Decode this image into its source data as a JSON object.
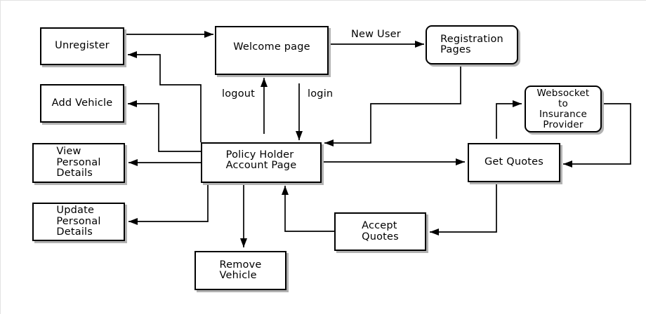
{
  "diagram": {
    "type": "flowchart",
    "background_color": "#ffffff",
    "line_color": "#000000",
    "box_fill_color": "#ffffff",
    "box_border_color": "#000000",
    "box_shadow_color": "#b2b2b2",
    "nodes": [
      {
        "id": "unregister",
        "label": "Unregister",
        "shape": "rect"
      },
      {
        "id": "welcome-page",
        "label": "Welcome page",
        "shape": "rect"
      },
      {
        "id": "registration",
        "label": "Registration\nPages",
        "shape": "rounded-rect"
      },
      {
        "id": "add-vehicle",
        "label": "Add Vehicle",
        "shape": "rect"
      },
      {
        "id": "websocket",
        "label": "Websocket\nto\nInsurance\nProvider",
        "shape": "rounded-rect"
      },
      {
        "id": "view-personal",
        "label": "View\nPersonal\nDetails",
        "shape": "rect"
      },
      {
        "id": "policy-holder",
        "label": "Policy Holder\nAccount Page",
        "shape": "rect"
      },
      {
        "id": "get-quotes",
        "label": "Get Quotes",
        "shape": "rect"
      },
      {
        "id": "update-personal",
        "label": "Update\nPersonal\nDetails",
        "shape": "rect"
      },
      {
        "id": "accept-quotes",
        "label": "Accept\nQuotes",
        "shape": "rect"
      },
      {
        "id": "remove-vehicle",
        "label": "Remove\nVehicle",
        "shape": "rect"
      }
    ],
    "edge_labels": {
      "new_user": "New User",
      "logout": "logout",
      "login": "login"
    },
    "edges": [
      "Unregister -> Welcome page",
      "Welcome page -> Registration Pages (New User)",
      "Registration Pages -> Policy Holder Account Page",
      "Policy Holder Account Page -> Welcome page (logout)",
      "Welcome page -> Policy Holder Account Page (login)",
      "Policy Holder Account Page -> Unregister",
      "Policy Holder Account Page -> Add Vehicle",
      "Policy Holder Account Page -> View Personal Details",
      "Policy Holder Account Page -> Update Personal Details",
      "Policy Holder Account Page -> Remove Vehicle",
      "Policy Holder Account Page -> Get Quotes",
      "Get Quotes -> Websocket to Insurance Provider",
      "Websocket to Insurance Provider -> Get Quotes",
      "Get Quotes -> Accept Quotes",
      "Accept Quotes -> Policy Holder Account Page"
    ]
  }
}
